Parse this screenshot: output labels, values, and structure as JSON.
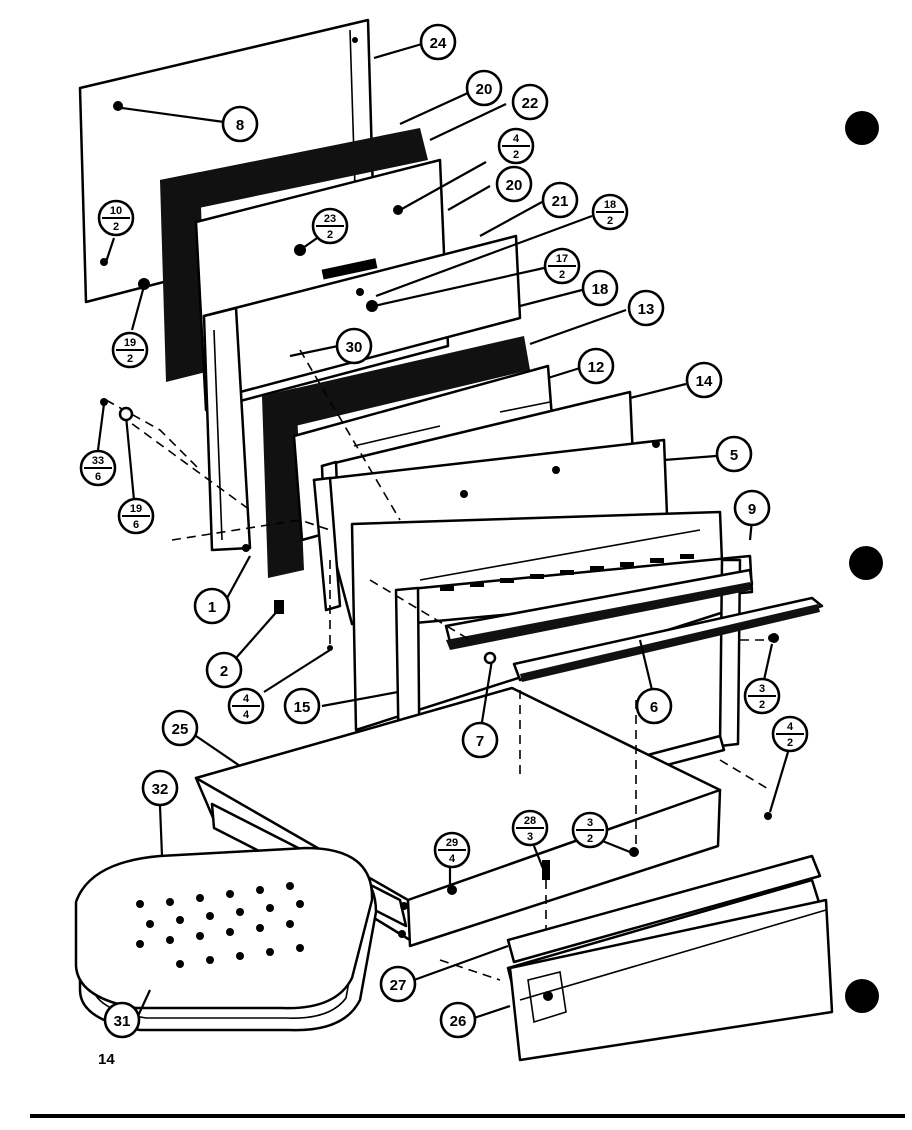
{
  "page_number": "14",
  "callouts": [
    {
      "id": "c24",
      "label": "24"
    },
    {
      "id": "c8",
      "label": "8"
    },
    {
      "id": "c20a",
      "label": "20"
    },
    {
      "id": "c22",
      "label": "22"
    },
    {
      "id": "c4-2a",
      "top": "4",
      "bottom": "2"
    },
    {
      "id": "c20b",
      "label": "20"
    },
    {
      "id": "c21",
      "label": "21"
    },
    {
      "id": "c18-2",
      "top": "18",
      "bottom": "2"
    },
    {
      "id": "c23-2",
      "top": "23",
      "bottom": "2"
    },
    {
      "id": "c17-2",
      "top": "17",
      "bottom": "2"
    },
    {
      "id": "c18",
      "label": "18"
    },
    {
      "id": "c13",
      "label": "13"
    },
    {
      "id": "c10-2",
      "top": "10",
      "bottom": "2"
    },
    {
      "id": "c19-2",
      "top": "19",
      "bottom": "2"
    },
    {
      "id": "c30",
      "label": "30"
    },
    {
      "id": "c12",
      "label": "12"
    },
    {
      "id": "c14",
      "label": "14"
    },
    {
      "id": "c33-6",
      "top": "33",
      "bottom": "6"
    },
    {
      "id": "c19-6",
      "top": "19",
      "bottom": "6"
    },
    {
      "id": "c5",
      "label": "5"
    },
    {
      "id": "c9",
      "label": "9"
    },
    {
      "id": "c1",
      "label": "1"
    },
    {
      "id": "c2",
      "label": "2"
    },
    {
      "id": "c4-4",
      "top": "4",
      "bottom": "4"
    },
    {
      "id": "c15",
      "label": "15"
    },
    {
      "id": "c7",
      "label": "7"
    },
    {
      "id": "c6",
      "label": "6"
    },
    {
      "id": "c3-2a",
      "top": "3",
      "bottom": "2"
    },
    {
      "id": "c4-2b",
      "top": "4",
      "bottom": "2"
    },
    {
      "id": "c25",
      "label": "25"
    },
    {
      "id": "c32",
      "label": "32"
    },
    {
      "id": "c29-4",
      "top": "29",
      "bottom": "4"
    },
    {
      "id": "c28-3",
      "top": "28",
      "bottom": "3"
    },
    {
      "id": "c3-2b",
      "top": "3",
      "bottom": "2"
    },
    {
      "id": "c27",
      "label": "27"
    },
    {
      "id": "c26",
      "label": "26"
    },
    {
      "id": "c31",
      "label": "31"
    }
  ]
}
